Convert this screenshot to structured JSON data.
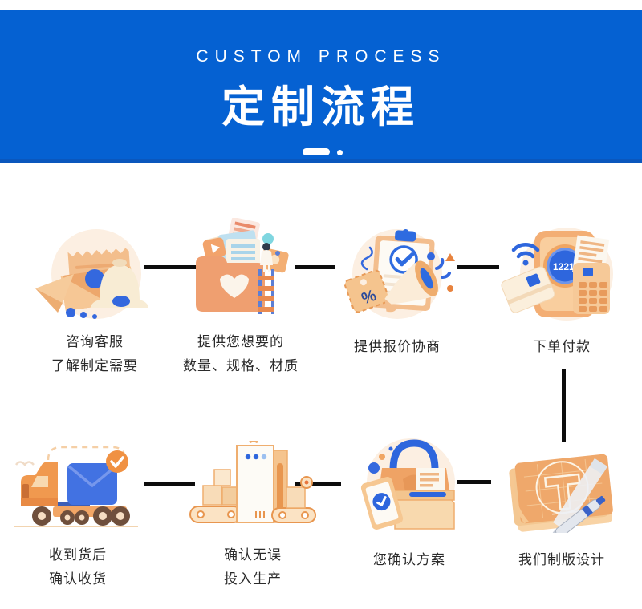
{
  "header": {
    "subtitle": "CUSTOM PROCESS",
    "title": "定制流程"
  },
  "steps": [
    {
      "name": "consult",
      "lines": [
        "咨询客服",
        "了解制定需要"
      ]
    },
    {
      "name": "requirements",
      "lines": [
        "提供您想要的",
        "数量、规格、材质"
      ]
    },
    {
      "name": "quote",
      "lines": [
        "提供报价协商"
      ]
    },
    {
      "name": "payment",
      "lines": [
        "下单付款"
      ],
      "phone_display": "1221."
    },
    {
      "name": "delivery",
      "lines": [
        "收到货后",
        "确认收货"
      ]
    },
    {
      "name": "production",
      "lines": [
        "确认无误",
        "投入生产"
      ]
    },
    {
      "name": "confirm-plan",
      "lines": [
        "您确认方案"
      ]
    },
    {
      "name": "design",
      "lines": [
        "我们制版设计"
      ]
    }
  ],
  "colors": {
    "banner_blue": "#0561d2",
    "accent_blue": "#2e66dd",
    "illustration_orange": "#efa067",
    "illustration_peach_bg": "#fcefe2",
    "connector_black": "#0d0d0d",
    "text_dark": "#2b2b2b"
  }
}
